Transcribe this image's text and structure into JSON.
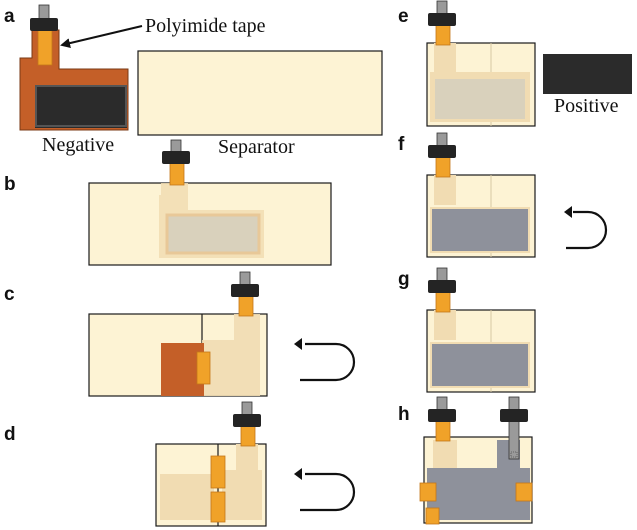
{
  "panels": {
    "a": {
      "letter": "a",
      "tape_label": "Polyimide tape",
      "negative_label": "Negative",
      "separator_label": "Separator"
    },
    "b": {
      "letter": "b"
    },
    "c": {
      "letter": "c"
    },
    "d": {
      "letter": "d"
    },
    "e": {
      "letter": "e",
      "positive_label": "Positive"
    },
    "f": {
      "letter": "f"
    },
    "g": {
      "letter": "g"
    },
    "h": {
      "letter": "h"
    }
  },
  "colors": {
    "separator": "#fdf3d4",
    "separator_fold": "#f8e6c0",
    "negative_copper": "#c45f28",
    "negative_coating": "#2b2b2b",
    "positive": "#2b2b2b",
    "cathode_coating": "#8e919b",
    "tape": "#f0a229",
    "clamp": "#242424",
    "tab_metal": "#9a9a9a",
    "outline": "#1a1a1a"
  },
  "icons": {
    "arrow": "arrow-icon",
    "fold": "fold-arrow-icon"
  }
}
